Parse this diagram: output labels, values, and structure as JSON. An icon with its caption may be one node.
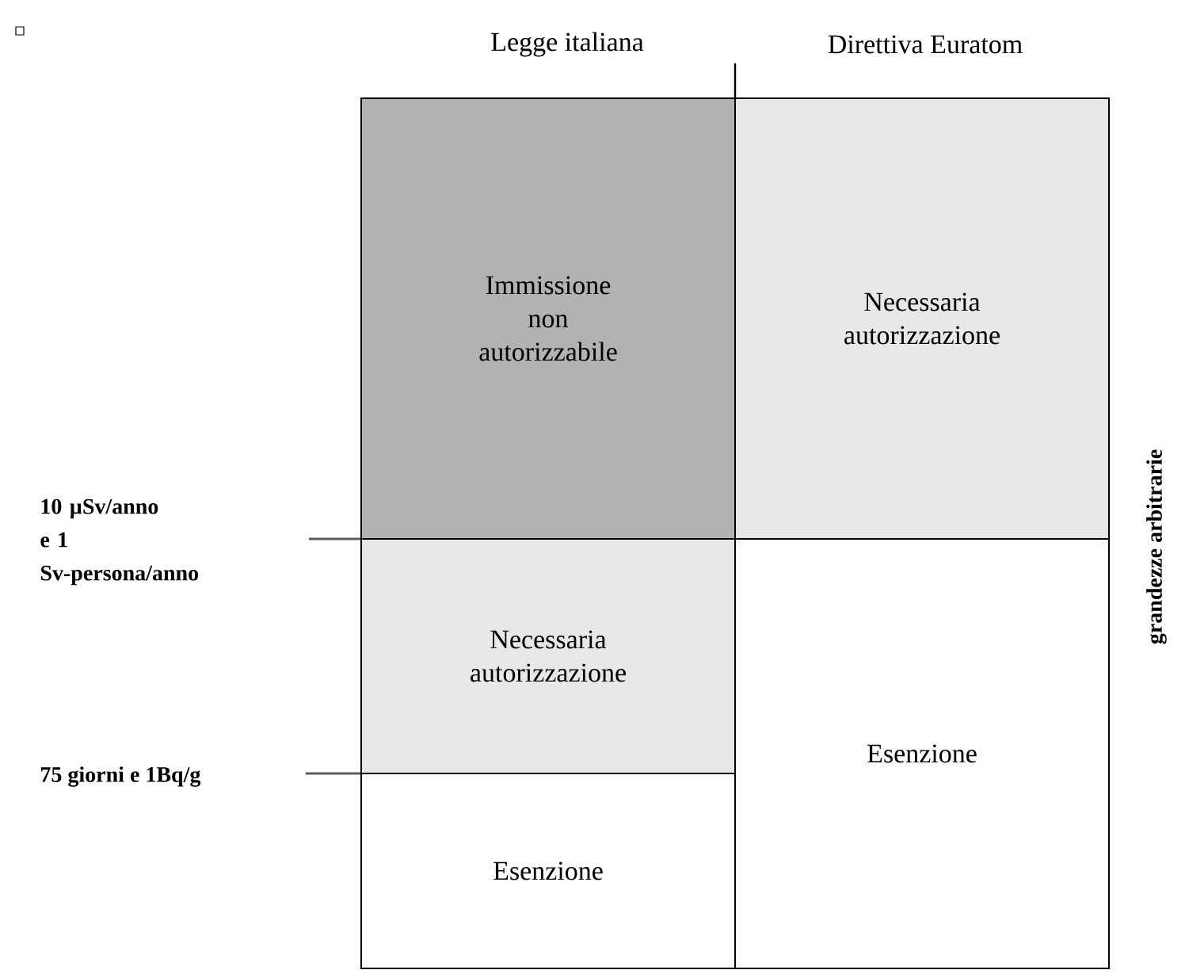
{
  "diagram": {
    "nodes": [
      {
        "text": [
          "Immissione non autorizzabile"
        ]
      },
      {
        "text": [
          "Necessaria autorizzazione"
        ]
      },
      {
        "text": [
          "Esenzione"
        ]
      },
      {
        "text": [
          "Necessaria autorizzazione"
        ]
      },
      {
        "text": [
          "Esenzione"
        ]
      }
    ],
    "edges": [],
    "labels": [
      "Legge italiana",
      "Direttiva Euratom",
      "10 µSv/anno e 1 Sv-persona/anno",
      "75 giorni e 1Bq/g",
      "grandezze arbitrarie"
    ]
  }
}
